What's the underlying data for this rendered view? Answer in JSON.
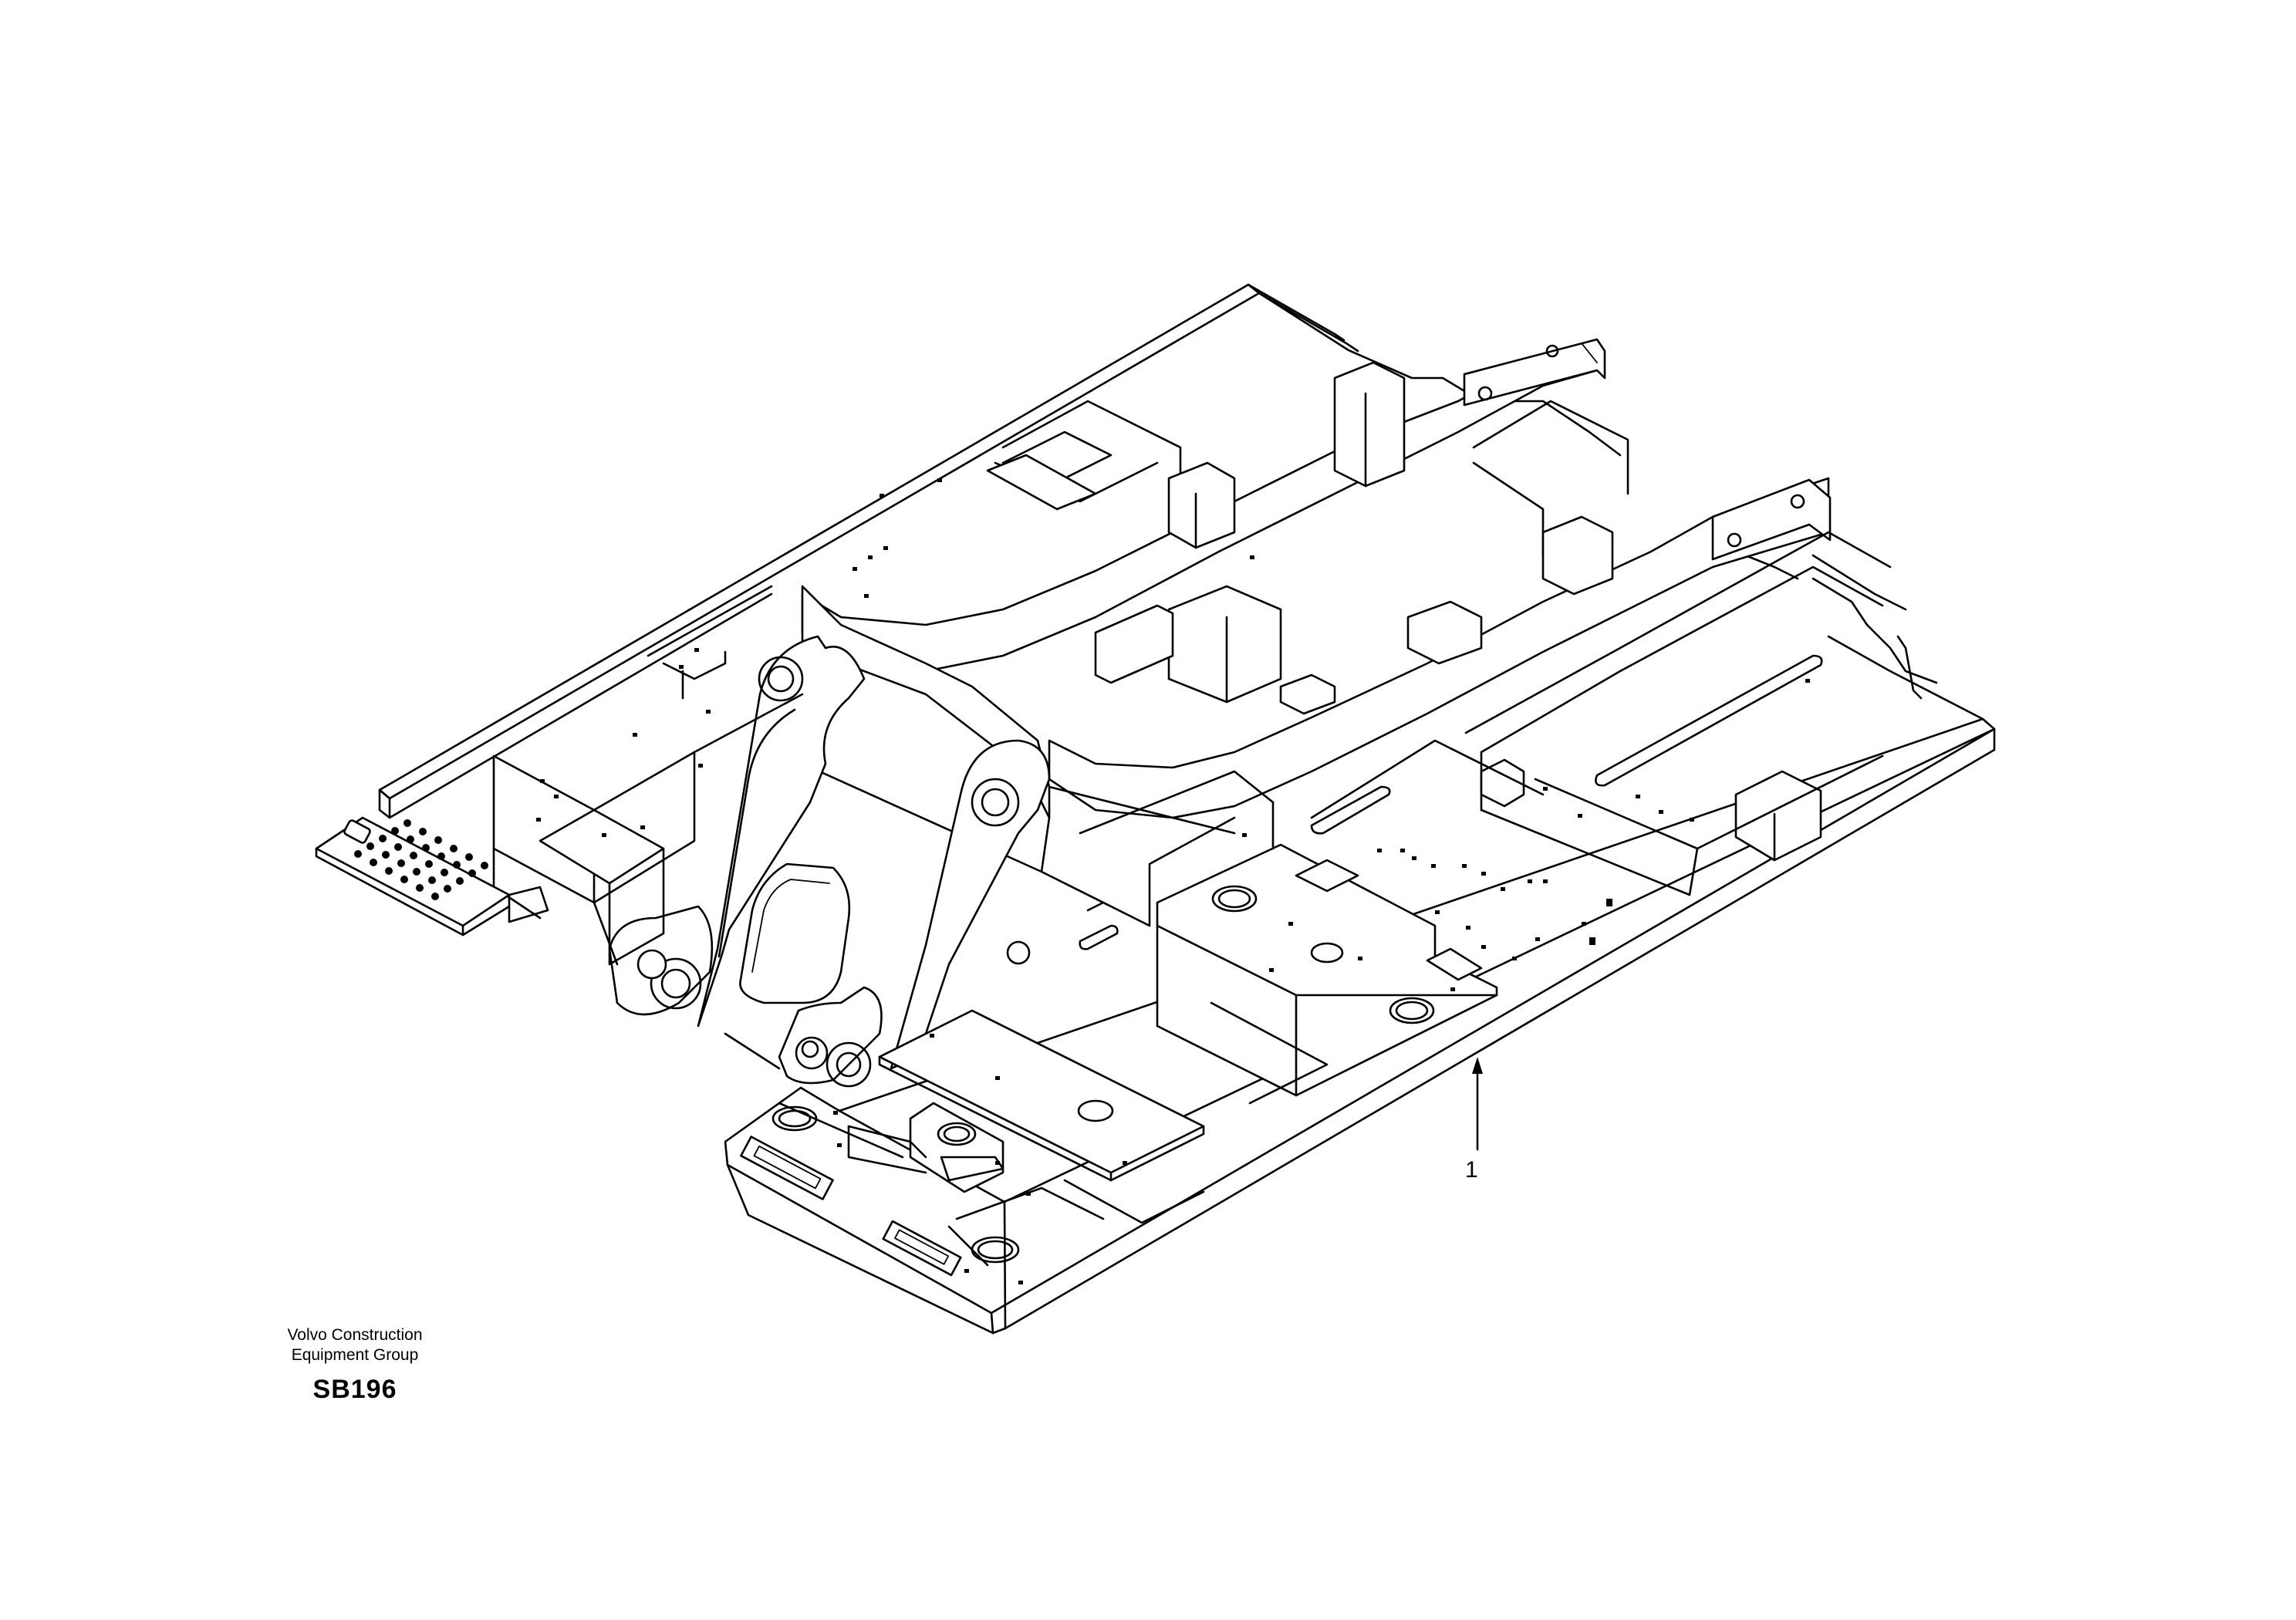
{
  "callout": {
    "number": "1"
  },
  "footer": {
    "company_line1": "Volvo Construction",
    "company_line2": "Equipment Group",
    "code": "SB196"
  },
  "colors": {
    "ink": "#000000",
    "paper": "#ffffff"
  }
}
